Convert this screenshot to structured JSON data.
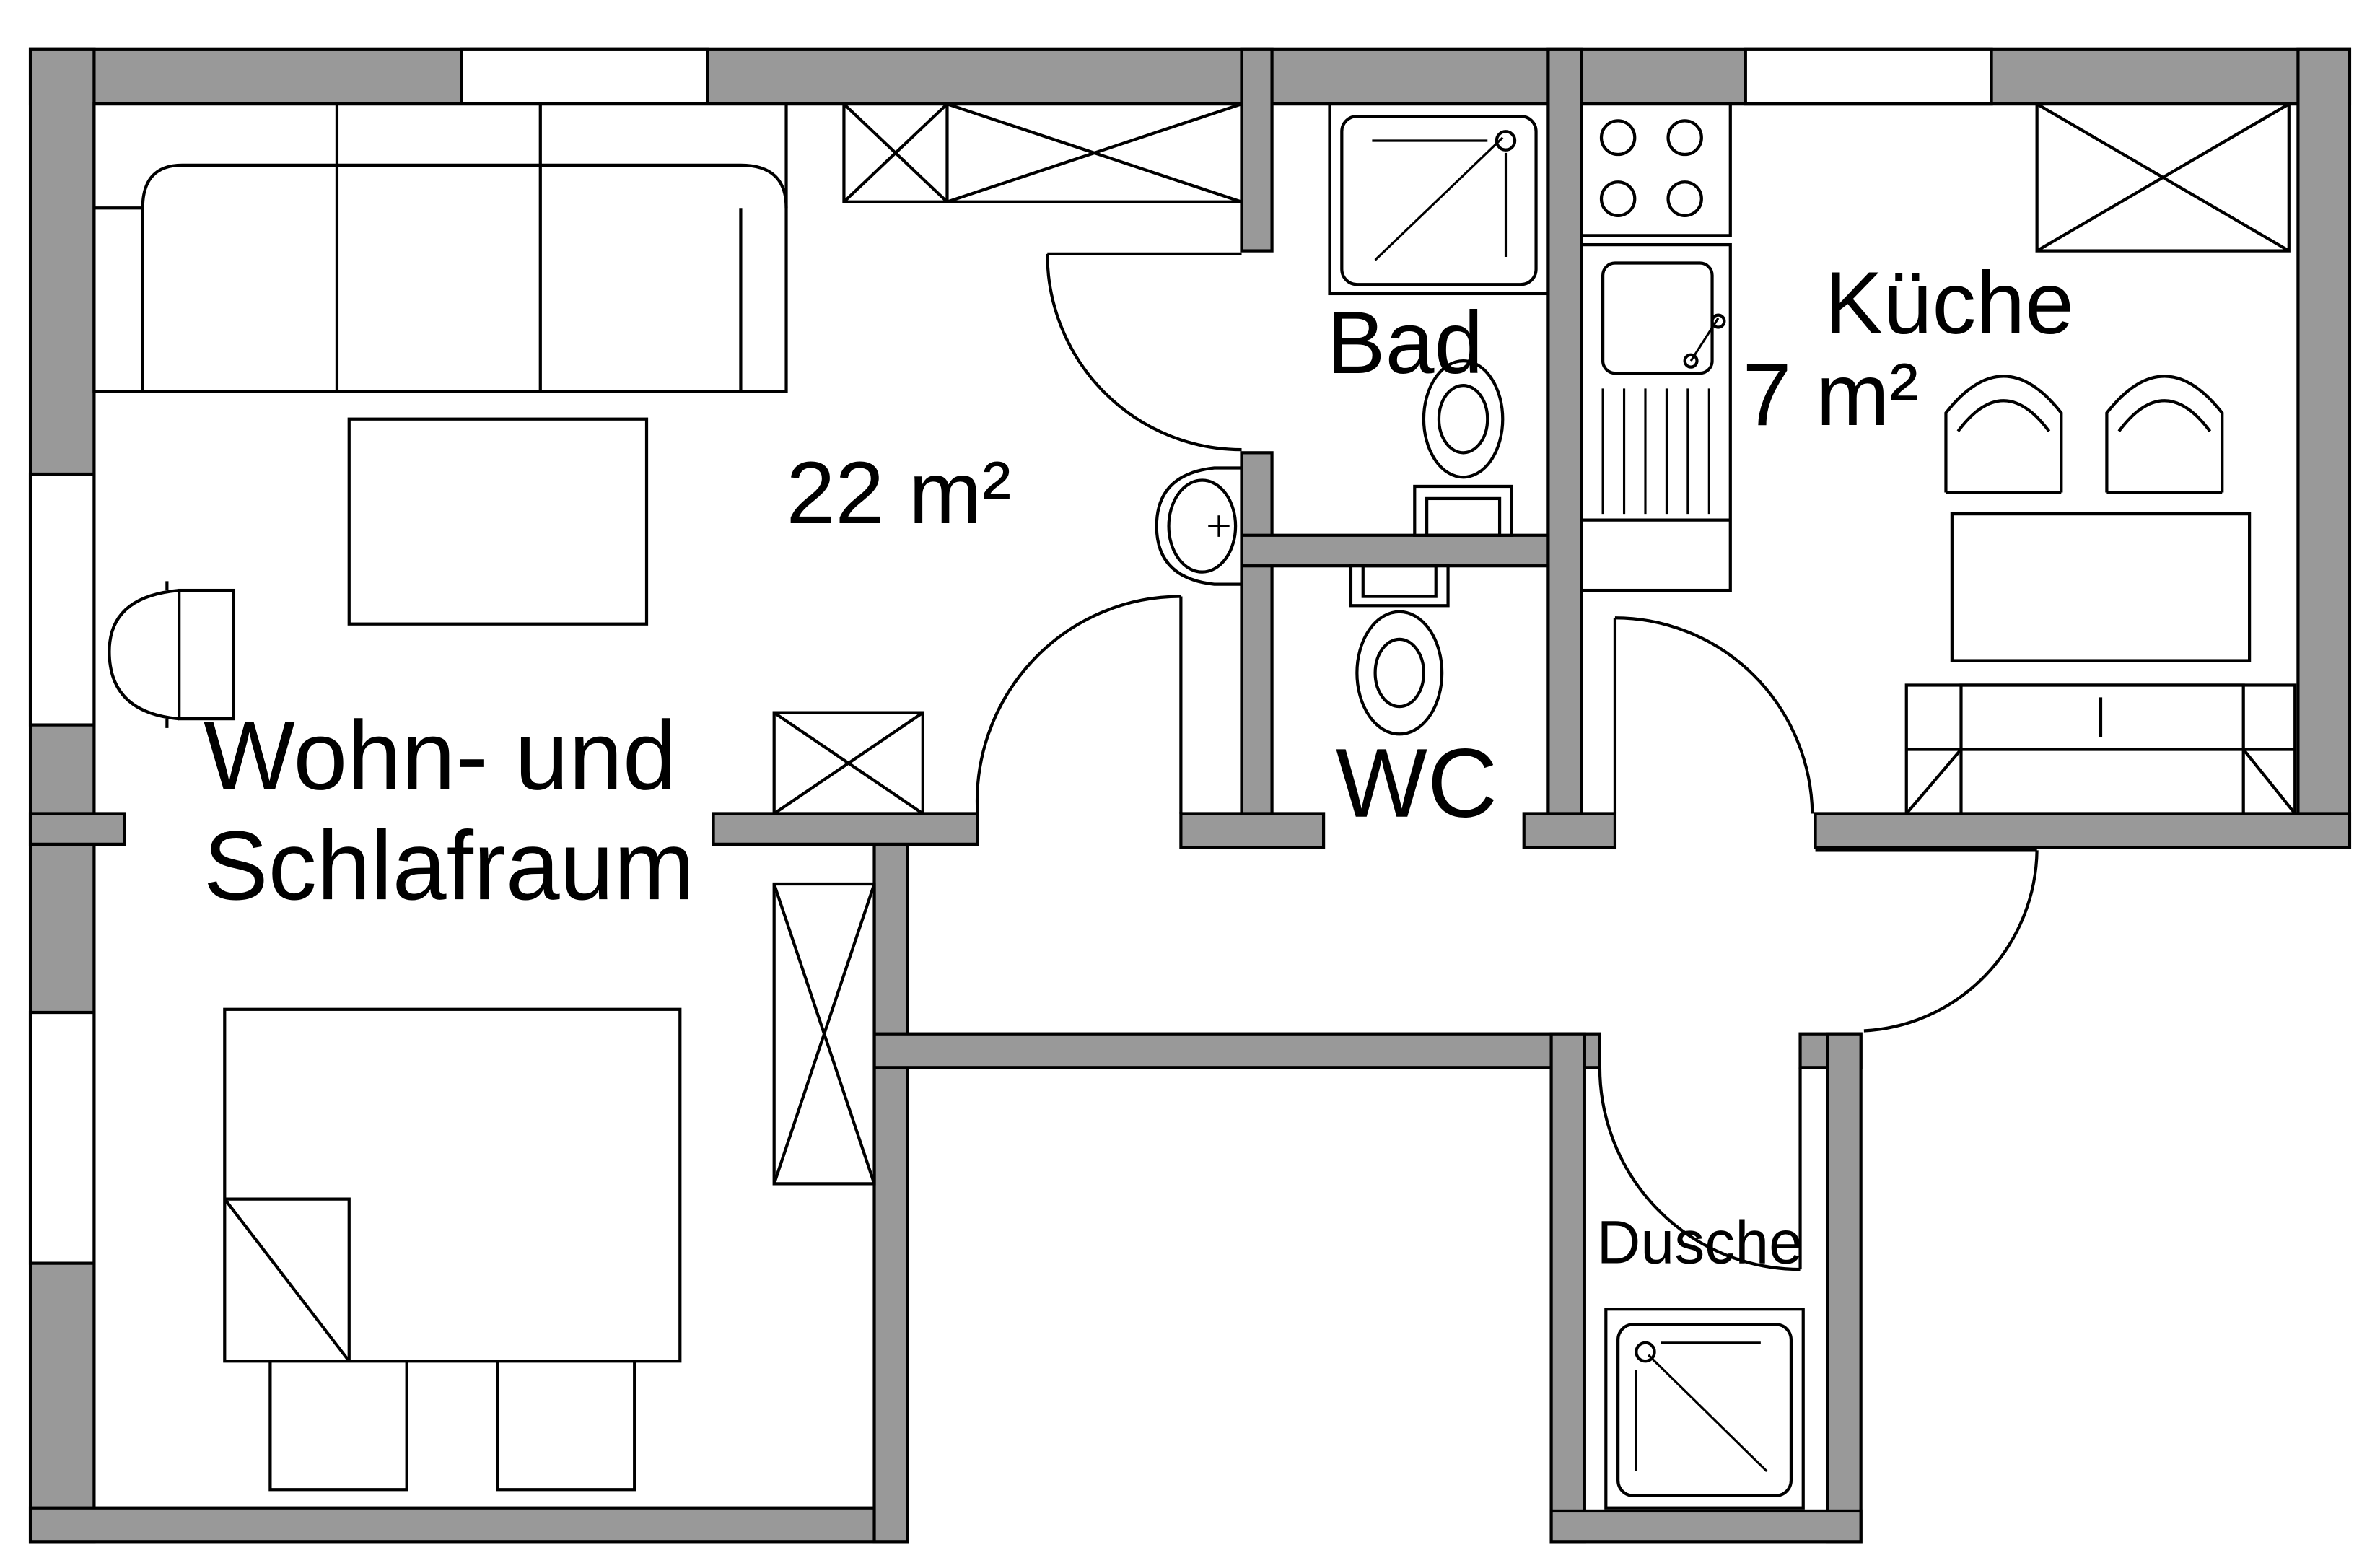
{
  "plan": {
    "rooms": {
      "living": {
        "line1": "Wohn- und",
        "line2": "Schlafraum",
        "area": "22 m²"
      },
      "bath": {
        "name": "Bad"
      },
      "wc": {
        "name": "WC"
      },
      "kitchen": {
        "name": "Küche",
        "area": "7 m²"
      },
      "shower": {
        "name": "Dusche"
      }
    },
    "colors": {
      "wall": "#999999",
      "line": "#000000",
      "background": "#ffffff"
    }
  }
}
